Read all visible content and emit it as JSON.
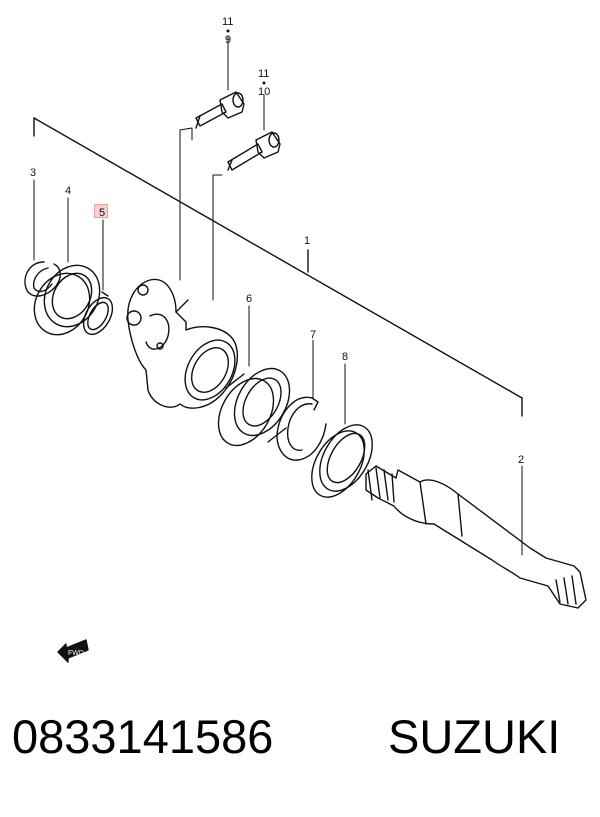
{
  "diagram": {
    "callouts": [
      {
        "id": "c11a",
        "text": "11"
      },
      {
        "id": "c9",
        "text": "9"
      },
      {
        "id": "c11b",
        "text": "11"
      },
      {
        "id": "c10",
        "text": "10"
      },
      {
        "id": "c3",
        "text": "3"
      },
      {
        "id": "c4",
        "text": "4"
      },
      {
        "id": "c5",
        "text": "5"
      },
      {
        "id": "c1",
        "text": "1"
      },
      {
        "id": "c6",
        "text": "6"
      },
      {
        "id": "c7",
        "text": "7"
      },
      {
        "id": "c8",
        "text": "8"
      },
      {
        "id": "c2",
        "text": "2"
      }
    ],
    "highlighted_callout": "5",
    "direction_badge": "FWD"
  },
  "footer": {
    "part_number": "0833141586",
    "brand": "SUZUKI"
  }
}
